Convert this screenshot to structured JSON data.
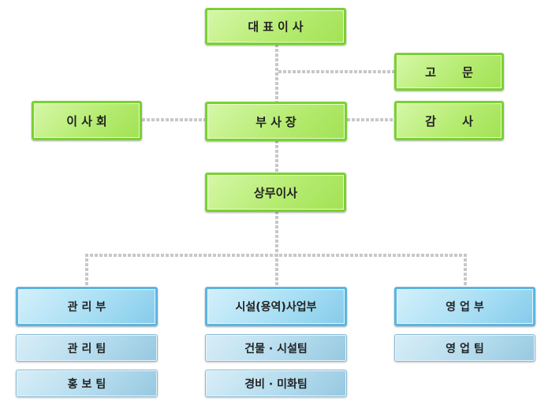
{
  "org_chart": {
    "ceo": "대표이사",
    "advisor": "고 문",
    "auditor": "감 사",
    "board": "이사회",
    "vice_president": "부사장",
    "managing_director": "상무이사",
    "departments": [
      {
        "name": "관리부",
        "teams": [
          "관리팀",
          "홍보팀"
        ]
      },
      {
        "name": "시설(용역)사업부",
        "teams": [
          "건물 · 시설팀",
          "경비 · 미화팀"
        ]
      },
      {
        "name": "영업부",
        "teams": [
          "영업팀"
        ]
      }
    ]
  },
  "colors": {
    "executive_box": "#a8e55c",
    "executive_border": "#7ad130",
    "department_box": "#a9dff4",
    "department_border": "#5bb5e0",
    "team_box": "#b5dcee",
    "connector": "#c8c8c8"
  }
}
